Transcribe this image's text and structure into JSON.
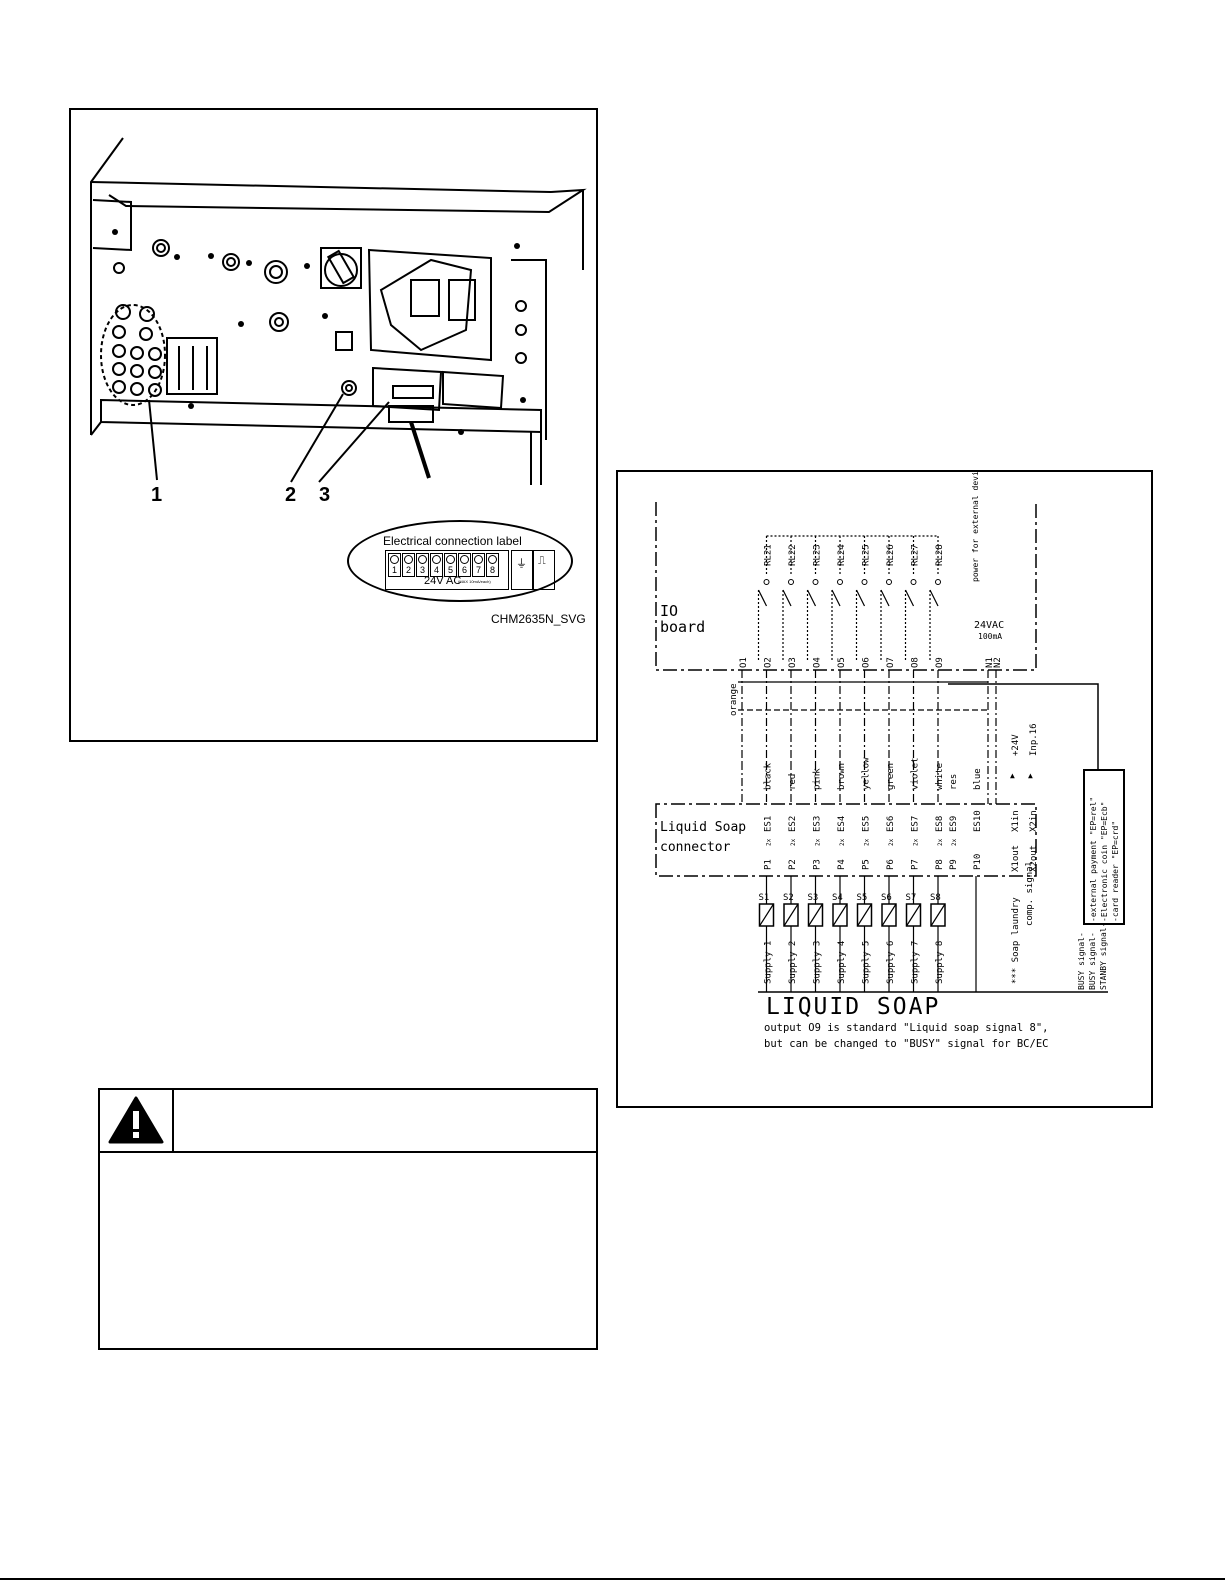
{
  "figure_left": {
    "callouts": [
      "1",
      "2",
      "3"
    ],
    "label_title": "Electrical connection label",
    "terminal_numbers": [
      "1",
      "2",
      "3",
      "4",
      "5",
      "6",
      "7",
      "8"
    ],
    "label_voltage": "24V AC",
    "label_small_left": "",
    "label_small_right": "(MAX 10mA/each)",
    "figure_code": "CHM2635N_SVG"
  },
  "figure_right": {
    "io_board": [
      "IO",
      "board"
    ],
    "relays": [
      "RL21",
      "RL22",
      "RL23",
      "RL24",
      "RL25",
      "RL26",
      "RL27",
      "RL28"
    ],
    "outputs": [
      "O1",
      "O2",
      "O3",
      "O4",
      "O5",
      "O6",
      "O7",
      "O8",
      "O9"
    ],
    "power_note": [
      "power for",
      "external",
      "device"
    ],
    "power_spec": [
      "24VAC",
      "100mA"
    ],
    "power_pins": [
      "N1",
      "N2"
    ],
    "orange_label": "orange",
    "wire_colors": [
      "black",
      "red",
      "pink",
      "brown",
      "yellow",
      "green",
      "violet",
      "white",
      "res",
      "blue"
    ],
    "signal_arrows": [
      "+24V",
      "Inp.16"
    ],
    "connector_name": [
      "Liquid Soap",
      "connector"
    ],
    "es_pins": [
      "ES1",
      "ES2",
      "ES3",
      "ES4",
      "ES5",
      "ES6",
      "ES7",
      "ES8",
      "ES9",
      "ES10"
    ],
    "x_in": [
      "X1in",
      "X2in"
    ],
    "p_pins": [
      "P1",
      "P2",
      "P3",
      "P4",
      "P5",
      "P6",
      "P7",
      "P8",
      "P9",
      "P10"
    ],
    "x_out": [
      "X1out",
      "X2out"
    ],
    "pin_mark": "2x",
    "s_pins": [
      "S1",
      "S2",
      "S3",
      "S4",
      "S5",
      "S6",
      "S7",
      "S8"
    ],
    "supplies": [
      "Supply 1",
      "Supply 2",
      "Supply 3",
      "Supply 4",
      "Supply 5",
      "Supply 6",
      "Supply 7",
      "Supply 8"
    ],
    "soap_signal": [
      "*** Soap laundry",
      "comp. signal"
    ],
    "busy_labels": [
      "BUSY signal-",
      "BUSY signal-",
      "STANBY signal-"
    ],
    "busy_box": [
      "-external payment \"EP=rel\"",
      "-Electronic coin \"EP=Ecb\"",
      "-card reader \"EP=crd\""
    ],
    "title": "LIQUID SOAP",
    "note_lines": [
      "output O9 is standard \"Liquid soap signal 8\",",
      "but can be changed to \"BUSY\" signal for BC/EC"
    ]
  },
  "warning": {
    "icon": "warning-triangle-icon"
  }
}
